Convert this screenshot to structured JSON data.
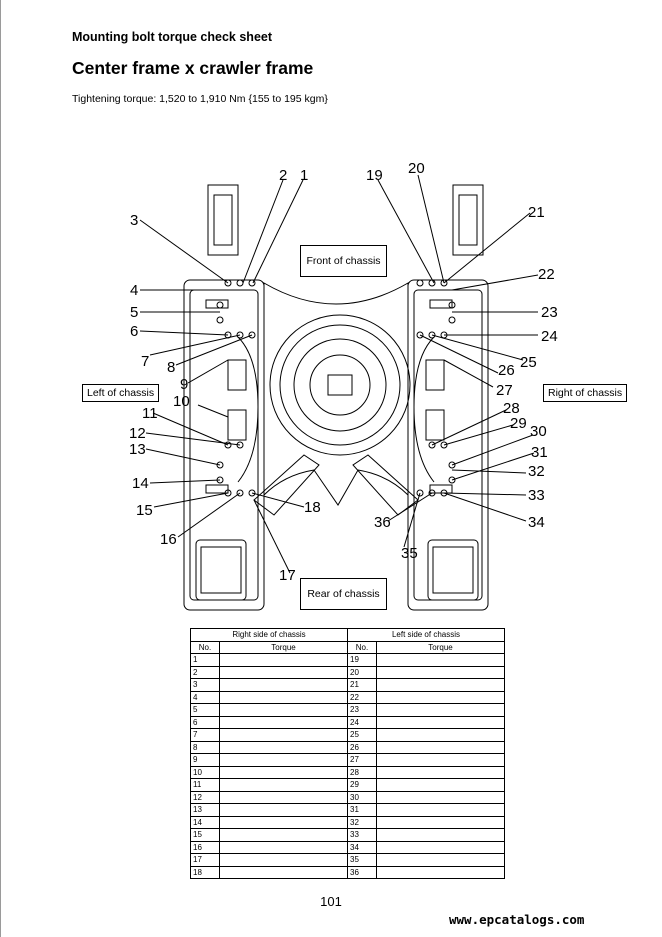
{
  "header": {
    "section_title": "Mounting bolt torque check sheet",
    "main_title": "Center frame x crawler frame",
    "torque_spec": "Tightening torque: 1,520 to 1,910 Nm {155 to 195 kgm}"
  },
  "diagram": {
    "front_label": "Front of chassis",
    "rear_label": "Rear of chassis",
    "left_label": "Left of chassis",
    "right_label": "Right of chassis",
    "callouts": [
      "1",
      "2",
      "3",
      "4",
      "5",
      "6",
      "7",
      "8",
      "9",
      "10",
      "11",
      "12",
      "13",
      "14",
      "15",
      "16",
      "17",
      "18",
      "19",
      "20",
      "21",
      "22",
      "23",
      "24",
      "25",
      "26",
      "27",
      "28",
      "29",
      "30",
      "31",
      "32",
      "33",
      "34",
      "35",
      "36"
    ]
  },
  "table": {
    "group_right": "Right side of chassis",
    "group_left": "Left side of chassis",
    "col_no": "No.",
    "col_torque": "Torque",
    "rows": [
      {
        "a": "1",
        "b": "19"
      },
      {
        "a": "2",
        "b": "20"
      },
      {
        "a": "3",
        "b": "21"
      },
      {
        "a": "4",
        "b": "22"
      },
      {
        "a": "5",
        "b": "23"
      },
      {
        "a": "6",
        "b": "24"
      },
      {
        "a": "7",
        "b": "25"
      },
      {
        "a": "8",
        "b": "26"
      },
      {
        "a": "9",
        "b": "27"
      },
      {
        "a": "10",
        "b": "28"
      },
      {
        "a": "11",
        "b": "29"
      },
      {
        "a": "12",
        "b": "30"
      },
      {
        "a": "13",
        "b": "31"
      },
      {
        "a": "14",
        "b": "32"
      },
      {
        "a": "15",
        "b": "33"
      },
      {
        "a": "16",
        "b": "34"
      },
      {
        "a": "17",
        "b": "35"
      },
      {
        "a": "18",
        "b": "36"
      }
    ]
  },
  "footer": {
    "page_number": "101",
    "watermark": "www.epcatalogs.com"
  }
}
